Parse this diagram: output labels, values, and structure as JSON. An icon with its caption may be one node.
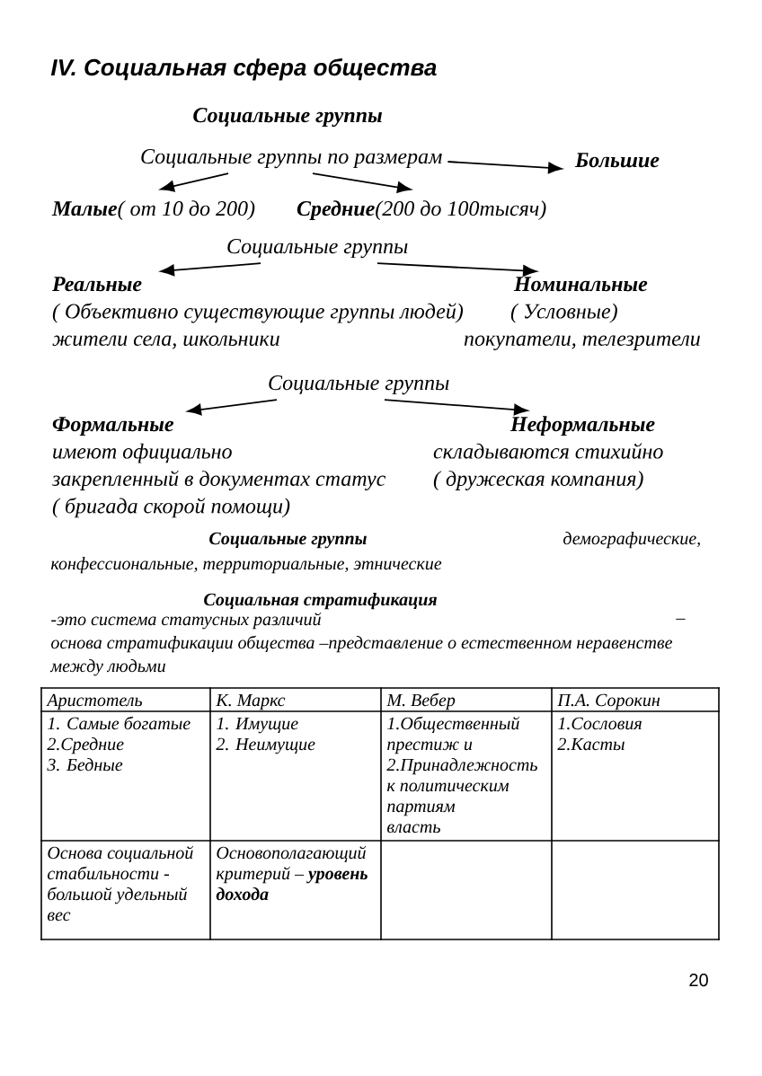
{
  "diagram": {
    "title": "IV. Социальная сфера общества",
    "nodes": [
      {
        "text": [
          "Социальные группы по размерам"
        ]
      },
      {
        "text": [
          "Большие"
        ]
      },
      {
        "text": [
          "**Малые**( от 10 до 200)"
        ]
      },
      {
        "text": [
          "**Средние**(200 до 100тысяч)"
        ]
      },
      {
        "text": [
          "Социальные группы"
        ]
      },
      {
        "text": [
          "Реальные",
          "( Объективно существующие группы людей)",
          "жители села, школьники"
        ]
      },
      {
        "text": [
          "Номинальные",
          "( Условные)",
          "покупатели, телезрители"
        ]
      },
      {
        "text": [
          "Социальные группы"
        ]
      },
      {
        "text": [
          "Формальные",
          "имеют официально",
          "закрепленный в документах статус",
          "( бригада скорой помощи)"
        ]
      },
      {
        "text": [
          "Неформальные",
          "складываются стихийно",
          "( дружеская компания)"
        ]
      }
    ],
    "edges": [
      {
        "from": 0,
        "to": 1,
        "arrow": "to"
      },
      {
        "from": 0,
        "to": 2,
        "arrow": "to"
      },
      {
        "from": 0,
        "to": 3,
        "arrow": "to"
      },
      {
        "from": 4,
        "to": 5,
        "arrow": "to"
      },
      {
        "from": 4,
        "to": 6,
        "arrow": "to"
      },
      {
        "from": 7,
        "to": 8,
        "arrow": "to"
      },
      {
        "from": 7,
        "to": 9,
        "arrow": "to"
      }
    ],
    "labels": [
      "Социальные группы",
      "Социальные группы",
      "демографические,",
      "конфессиональные, территориальные, этнические",
      "Социальная стратификация",
      "-это система статусных различий",
      "–",
      "основа стратификации общества –представление о естественном неравенстве между людьми",
      "Аристотель",
      "К. Маркс",
      "М. Вебер",
      "П.А. Сорокин",
      "1. Самые богатые",
      "2.Средние",
      "3. Бедные",
      "1. Имущие",
      "2. Неимущие",
      "1.Общественный престиж и",
      "2.Принадлежность к политическим партиям",
      "власть",
      "1.Сословия",
      "2.Касты",
      "Основа социальной стабильности - большой удельный вес",
      "Основополагающий критерий – **уровень дохода**",
      "20"
    ]
  }
}
